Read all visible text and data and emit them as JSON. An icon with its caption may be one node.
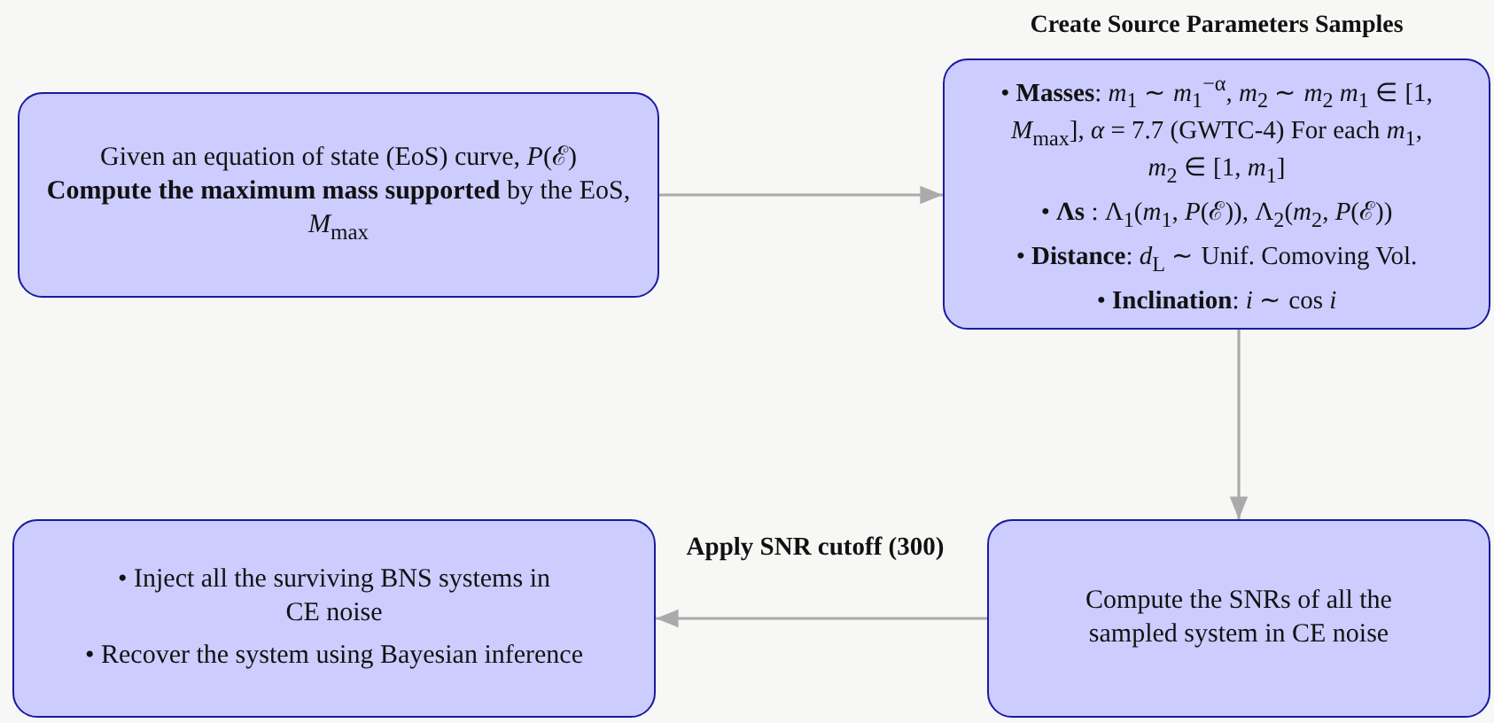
{
  "diagram": {
    "nodes": [
      {
        "text": [
          "Given an equation of state (EoS) curve, *P*(ℰ) **Compute the maximum mass supported** by the EoS, *M*$_{max}$"
        ]
      },
      {
        "text": [
          "Create Source Parameters Samples",
          "• **Masses**: *m*$_{1}$ ∼ *m*$_{1}$$^{−α}$, *m*$_{2}$ ∼ *m*$_{2}$ *m*$_{1}$ ∈ [1, *M*$_{max}$], *α* = 7.7 (GWTC-4) For each *m*$_{1}$, *m*$_{2}$ ∈ [1, *m*$_{1}$]",
          "• **Λs** : Λ$_{1}$(*m*$_{1}$, *P*(ℰ)), Λ$_{2}$(*m*$_{2}$, *P*(ℰ))",
          "• **Distance**: *d*$_{L}$ ∼ Unif. Comoving Vol.",
          "• **Inclination**: *i* ∼ cos *i*"
        ]
      },
      {
        "text": [
          "Compute the SNRs of all the sampled system in CE noise"
        ]
      },
      {
        "text": [
          "• Inject all the surviving BNS systems in CE noise",
          "• Recover the system using Bayesian inference"
        ]
      }
    ],
    "edges": [
      {
        "from": 0,
        "to": 1,
        "arrow": "to"
      },
      {
        "from": 1,
        "to": 2,
        "arrow": "to"
      },
      {
        "from": 2,
        "to": 3,
        "arrow": "to",
        "label": "Apply SNR cutoff (300)"
      }
    ]
  }
}
